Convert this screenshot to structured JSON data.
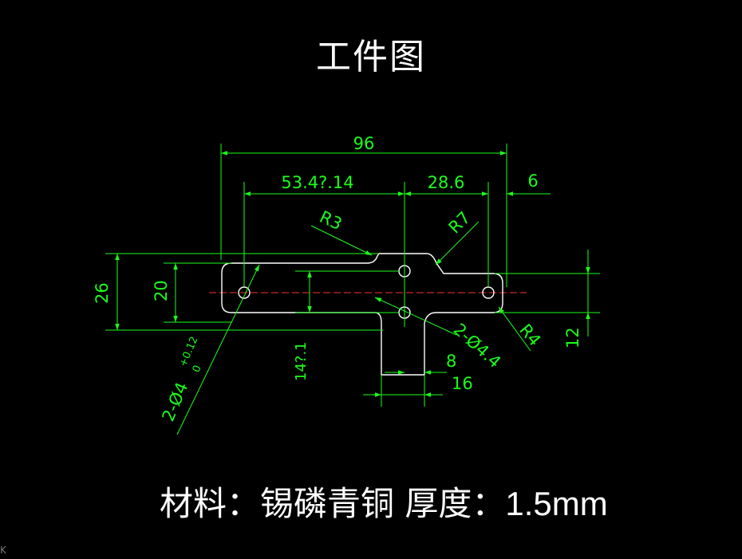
{
  "title": "工件图",
  "dimensions": {
    "overall_length": "96",
    "hole_offset_left": "53.4?.14",
    "hole_offset_right": "28.6",
    "right_end_offset": "6",
    "radius_r3": "R3",
    "radius_r7": "R7",
    "radius_r4": "R4",
    "height_26": "26",
    "height_20": "20",
    "height_12": "12",
    "tab_height": "14?.1",
    "width_8": "8",
    "width_16": "16",
    "hole_callout_left": "2-Ø4",
    "hole_tol_plus": "+0.12",
    "hole_tol_minus": "0",
    "hole_callout_right": "2-Ø4.4"
  },
  "material": {
    "label": "材料：",
    "name": "锡磷青铜",
    "thickness_label": "厚度：",
    "thickness_value": "1.5mm"
  },
  "colors": {
    "background": "#000000",
    "outline": "#ffffff",
    "dimension": "#1aff1a",
    "centerline": "#ff3030"
  },
  "corner_mark": "K"
}
